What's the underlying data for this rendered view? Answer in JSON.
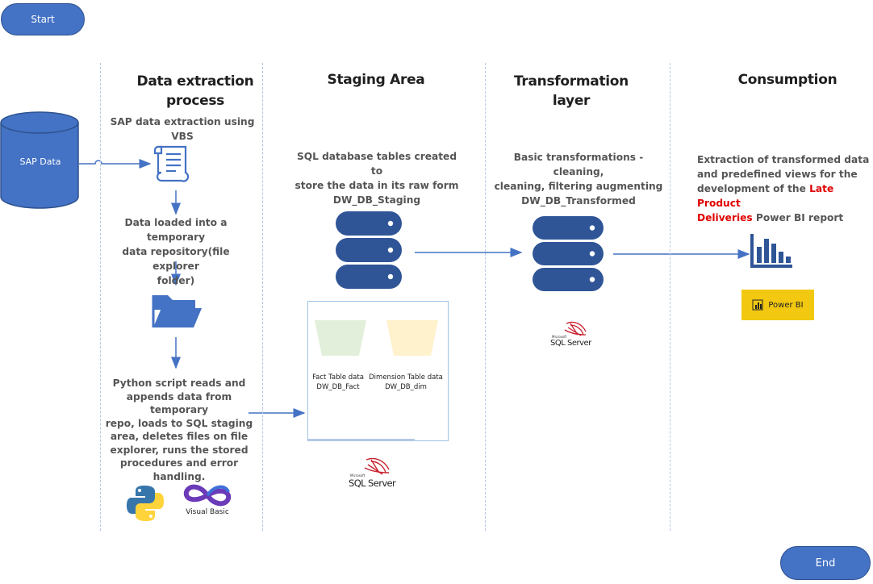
{
  "flow": {
    "start": "Start",
    "end": "End"
  },
  "columns": {
    "extraction": {
      "heading_line1": "Data extraction",
      "heading_line2": "process",
      "subtitle": "SAP data extraction using VBS",
      "step2": [
        "Data loaded into a temporary",
        "data repository(file explorer",
        "folder)"
      ],
      "step3": [
        "Python script reads and",
        "appends data from temporary",
        "repo, loads to SQL staging",
        "area, deletes files on file",
        "explorer, runs the stored",
        "procedures and error handling."
      ]
    },
    "staging": {
      "heading": "Staging Area",
      "description": [
        "SQL database tables created to",
        "store the data in its raw form",
        "DW_DB_Staging"
      ],
      "fact_label": [
        "Fact Table data",
        "DW_DB_Fact"
      ],
      "dim_label": [
        "Dimension Table data",
        "DW_DB_dim"
      ]
    },
    "transformation": {
      "heading_line1": "Transformation",
      "heading_line2": "layer",
      "description": [
        "Basic transformations - cleaning,",
        "cleaning, filtering augmenting",
        "DW_DB_Transformed"
      ]
    },
    "consumption": {
      "heading": "Consumption",
      "description_line1": "Extraction of transformed data",
      "description_line2": "and predefined views for the",
      "description_line3_pre": "development of the ",
      "description_highlight1": "Late Product",
      "description_highlight2": "Deliveries",
      "description_line4_post": " Power BI report"
    }
  },
  "source": {
    "label": "SAP Data"
  },
  "logos": {
    "sql_small": "Microsoft",
    "sql_server": "SQL Server",
    "visual_basic": "Visual Basic",
    "power_bi": "Power BI"
  },
  "colors": {
    "accent": "#4472c4",
    "arrow": "#4472c4",
    "highlight": "#e00000",
    "power_bi_bg": "#f2c811",
    "fact_fill": "#e2efda",
    "dim_fill": "#fff2cc"
  }
}
